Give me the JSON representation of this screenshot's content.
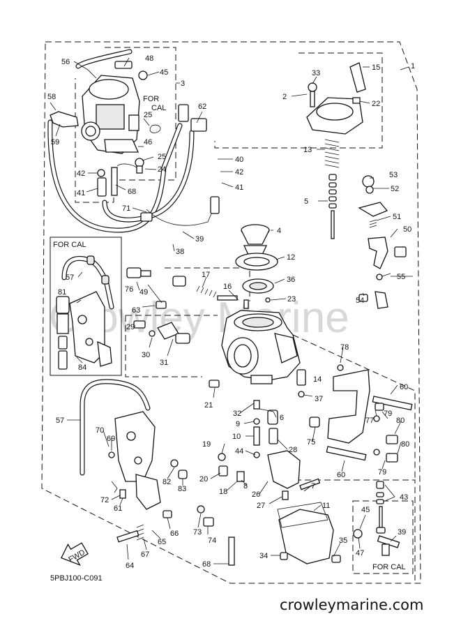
{
  "diagram": {
    "callouts": [
      {
        "id": "c1",
        "text": "1"
      },
      {
        "id": "c2",
        "text": "2"
      },
      {
        "id": "c3",
        "text": "3"
      },
      {
        "id": "c4",
        "text": "4"
      },
      {
        "id": "c5",
        "text": "5"
      },
      {
        "id": "c6",
        "text": "6"
      },
      {
        "id": "c7",
        "text": "7"
      },
      {
        "id": "c8",
        "text": "8"
      },
      {
        "id": "c9",
        "text": "9"
      },
      {
        "id": "c10",
        "text": "10"
      },
      {
        "id": "c11",
        "text": "11"
      },
      {
        "id": "c12",
        "text": "12"
      },
      {
        "id": "c13",
        "text": "13"
      },
      {
        "id": "c14",
        "text": "14"
      },
      {
        "id": "c15",
        "text": "15"
      },
      {
        "id": "c16",
        "text": "16"
      },
      {
        "id": "c17",
        "text": "17"
      },
      {
        "id": "c18",
        "text": "18"
      },
      {
        "id": "c19",
        "text": "19"
      },
      {
        "id": "c20",
        "text": "20"
      },
      {
        "id": "c21",
        "text": "21"
      },
      {
        "id": "c22",
        "text": "22"
      },
      {
        "id": "c23",
        "text": "23"
      },
      {
        "id": "c24",
        "text": "24"
      },
      {
        "id": "c25a",
        "text": "25"
      },
      {
        "id": "c25b",
        "text": "25"
      },
      {
        "id": "c26",
        "text": "26"
      },
      {
        "id": "c27",
        "text": "27"
      },
      {
        "id": "c28",
        "text": "28"
      },
      {
        "id": "c29",
        "text": "29"
      },
      {
        "id": "c30",
        "text": "30"
      },
      {
        "id": "c31",
        "text": "31"
      },
      {
        "id": "c32",
        "text": "32"
      },
      {
        "id": "c33",
        "text": "33"
      },
      {
        "id": "c34",
        "text": "34"
      },
      {
        "id": "c35",
        "text": "35"
      },
      {
        "id": "c36",
        "text": "36"
      },
      {
        "id": "c37",
        "text": "37"
      },
      {
        "id": "c38",
        "text": "38"
      },
      {
        "id": "c39a",
        "text": "39"
      },
      {
        "id": "c39b",
        "text": "39"
      },
      {
        "id": "c40",
        "text": "40"
      },
      {
        "id": "c41a",
        "text": "41"
      },
      {
        "id": "c41b",
        "text": "41"
      },
      {
        "id": "c42a",
        "text": "42"
      },
      {
        "id": "c42b",
        "text": "42"
      },
      {
        "id": "c43",
        "text": "43"
      },
      {
        "id": "c44",
        "text": "44"
      },
      {
        "id": "c45a",
        "text": "45"
      },
      {
        "id": "c45b",
        "text": "45"
      },
      {
        "id": "c46",
        "text": "46"
      },
      {
        "id": "c47",
        "text": "47"
      },
      {
        "id": "c48",
        "text": "48"
      },
      {
        "id": "c49",
        "text": "49"
      },
      {
        "id": "c50",
        "text": "50"
      },
      {
        "id": "c51",
        "text": "51"
      },
      {
        "id": "c52",
        "text": "52"
      },
      {
        "id": "c53",
        "text": "53"
      },
      {
        "id": "c54",
        "text": "54"
      },
      {
        "id": "c55",
        "text": "55"
      },
      {
        "id": "c56",
        "text": "56"
      },
      {
        "id": "c57a",
        "text": "57"
      },
      {
        "id": "c57b",
        "text": "57"
      },
      {
        "id": "c58",
        "text": "58"
      },
      {
        "id": "c59",
        "text": "59"
      },
      {
        "id": "c60a",
        "text": "60"
      },
      {
        "id": "c60b",
        "text": "60"
      },
      {
        "id": "c61",
        "text": "61"
      },
      {
        "id": "c62",
        "text": "62"
      },
      {
        "id": "c63",
        "text": "63"
      },
      {
        "id": "c64",
        "text": "64"
      },
      {
        "id": "c65",
        "text": "65"
      },
      {
        "id": "c66",
        "text": "66"
      },
      {
        "id": "c67",
        "text": "67"
      },
      {
        "id": "c68a",
        "text": "68"
      },
      {
        "id": "c68b",
        "text": "68"
      },
      {
        "id": "c69",
        "text": "69"
      },
      {
        "id": "c70",
        "text": "70"
      },
      {
        "id": "c71",
        "text": "71"
      },
      {
        "id": "c72",
        "text": "72"
      },
      {
        "id": "c73",
        "text": "73"
      },
      {
        "id": "c74",
        "text": "74"
      },
      {
        "id": "c75",
        "text": "75"
      },
      {
        "id": "c76",
        "text": "76"
      },
      {
        "id": "c77",
        "text": "77"
      },
      {
        "id": "c78",
        "text": "78"
      },
      {
        "id": "c79a",
        "text": "79"
      },
      {
        "id": "c79b",
        "text": "79"
      },
      {
        "id": "c80a",
        "text": "80"
      },
      {
        "id": "c80b",
        "text": "80"
      },
      {
        "id": "c81",
        "text": "81"
      },
      {
        "id": "c82",
        "text": "82"
      },
      {
        "id": "c83",
        "text": "83"
      },
      {
        "id": "c84",
        "text": "84"
      }
    ],
    "for_cal_labels": {
      "top_line1": "FOR",
      "top_line2": "CAL",
      "left_box": "FOR CAL",
      "bottom_right": "FOR CAL"
    },
    "fwd_arrow": "FWD",
    "diagram_code": "5PBJ100-C091",
    "website": "crowleymarine.com",
    "watermark": "Crowley Marine"
  }
}
